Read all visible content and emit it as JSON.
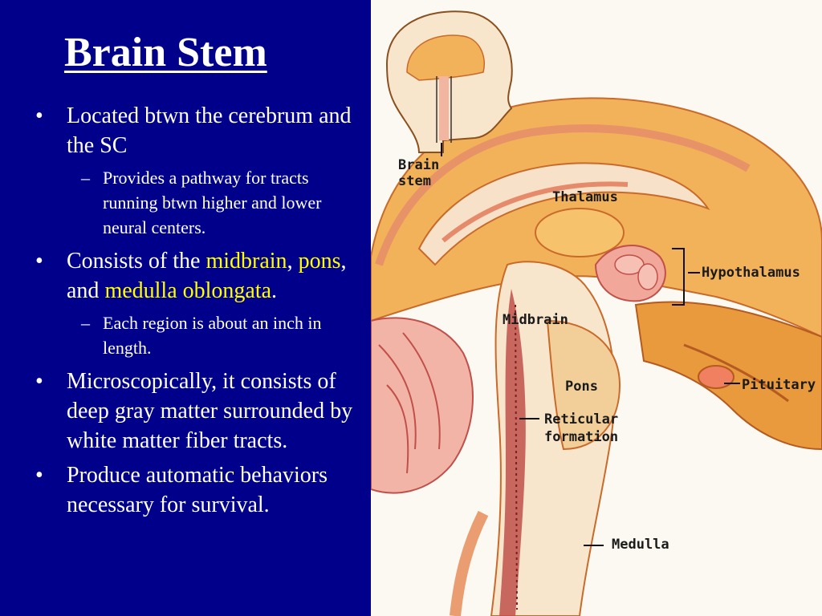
{
  "slide": {
    "title": "Brain Stem",
    "bullets": [
      {
        "text": "Located btwn the cerebrum and the SC"
      },
      {
        "text": "Provides a pathway for tracts running btwn higher and lower neural centers."
      },
      {
        "pre": "Consists of the ",
        "h1": "midbrain",
        "mid1": ", ",
        "h2": "pons",
        "mid2": ", and ",
        "h3": "medulla oblongata",
        "post": "."
      },
      {
        "text": "Each region is about an inch in length."
      },
      {
        "text": "Microscopically, it consists of deep gray matter surrounded by white matter fiber tracts."
      },
      {
        "text": "Produce automatic behaviors necessary for survival."
      }
    ],
    "bullet_mark": "•",
    "sub_mark": "–",
    "colors": {
      "background": "#00008b",
      "text": "#ffffff",
      "highlight": "#ffff00"
    }
  },
  "diagram": {
    "labels": {
      "brain_stem_1": "Brain",
      "brain_stem_2": "stem",
      "thalamus": "Thalamus",
      "hypothalamus": "Hypothalamus",
      "midbrain": "Midbrain",
      "pons": "Pons",
      "pituitary": "Pituitary",
      "reticular_1": "Reticular",
      "reticular_2": "formation",
      "medulla": "Medulla"
    }
  }
}
